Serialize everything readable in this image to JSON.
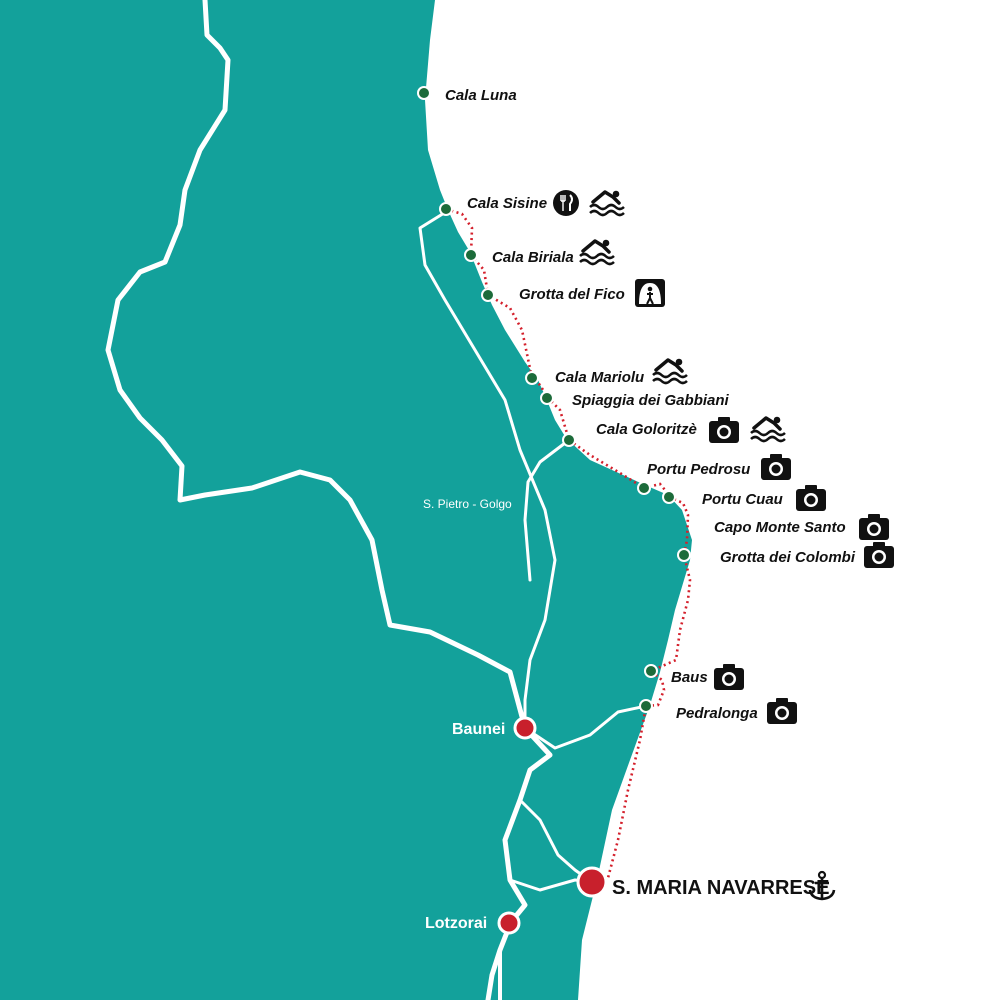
{
  "colors": {
    "land": "#13a19b",
    "sea": "#ffffff",
    "road": "#ffffff",
    "route": "#d4202c",
    "stop_marker": "#1c6b3a",
    "town_marker": "#c8202c",
    "icon": "#111111"
  },
  "stops": [
    {
      "name": "Cala Luna",
      "icons": []
    },
    {
      "name": "Cala Sisine",
      "icons": [
        "restaurant-icon",
        "swimming-icon"
      ]
    },
    {
      "name": "Cala Biriala",
      "icons": [
        "swimming-icon"
      ]
    },
    {
      "name": "Grotta del Fico",
      "icons": [
        "cave-icon"
      ]
    },
    {
      "name": "Cala Mariolu",
      "icons": [
        "swimming-icon"
      ]
    },
    {
      "name": "Spiaggia dei Gabbiani",
      "icons": []
    },
    {
      "name": "Cala Goloritzè",
      "icons": [
        "camera-icon",
        "swimming-icon"
      ]
    },
    {
      "name": "Portu Pedrosu",
      "icons": [
        "camera-icon"
      ]
    },
    {
      "name": "Portu Cuau",
      "icons": [
        "camera-icon"
      ]
    },
    {
      "name": "Capo Monte Santo",
      "icons": [
        "camera-icon"
      ]
    },
    {
      "name": "Grotta dei Colombi",
      "icons": [
        "camera-icon"
      ]
    },
    {
      "name": "Baus",
      "icons": [
        "camera-icon"
      ]
    },
    {
      "name": "Pedralonga",
      "icons": [
        "camera-icon"
      ]
    }
  ],
  "towns": [
    {
      "name": "Baunei"
    },
    {
      "name": "Lotzorai"
    }
  ],
  "port": {
    "name": "S. MARIA NAVARRESE",
    "icon": "anchor-icon"
  },
  "road_labels": [
    "S. Pietro - Golgo"
  ]
}
